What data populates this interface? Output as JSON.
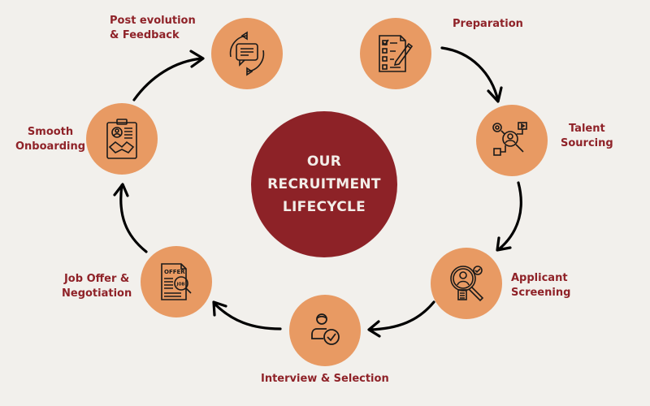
{
  "title": {
    "lines": [
      "OUR",
      "RECRUITMENT",
      "LIFECYCLE"
    ]
  },
  "colors": {
    "background": "#f2f0ec",
    "center_fill": "#8d2227",
    "node_fill": "#e89a63",
    "label_text": "#8f2228",
    "arrow": "#000000"
  },
  "steps": [
    {
      "name": "preparation",
      "icon": "checklist-pencil-icon",
      "label_lines": [
        "Preparation"
      ]
    },
    {
      "name": "talent-sourcing",
      "icon": "talent-search-network-icon",
      "label_lines": [
        "Talent",
        "Sourcing"
      ]
    },
    {
      "name": "applicant-screening",
      "icon": "applicant-magnifier-check-icon",
      "label_lines": [
        "Applicant",
        "Screening"
      ]
    },
    {
      "name": "interview-selection",
      "icon": "user-check-icon",
      "label_lines": [
        "Interview & Selection"
      ]
    },
    {
      "name": "job-offer-negotiation",
      "icon": "offer-document-icon",
      "label_lines": [
        "Job Offer &",
        "Negotiation"
      ]
    },
    {
      "name": "smooth-onboarding",
      "icon": "clipboard-handshake-icon",
      "label_lines": [
        "Smooth",
        "Onboarding"
      ]
    },
    {
      "name": "post-evolution-feedback",
      "icon": "feedback-cycle-chat-icon",
      "label_lines": [
        "Post evolution",
        "& Feedback"
      ]
    }
  ],
  "flow_direction": "clockwise"
}
